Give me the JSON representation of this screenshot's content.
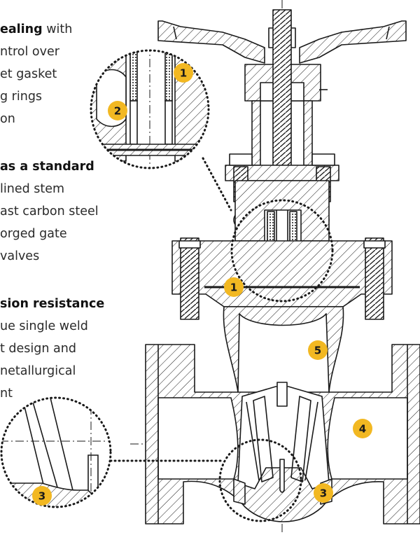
{
  "features": [
    {
      "heading": "ealing",
      "lines": [
        " with",
        "ntrol over",
        "et gasket",
        "g rings",
        "on"
      ]
    },
    {
      "heading": "as a standard",
      "lines": [
        "lined stem",
        "ast carbon steel",
        "orged gate",
        "valves"
      ]
    },
    {
      "heading": "sion resistance",
      "lines": [
        "ue single weld",
        "t design and",
        "netallurgical",
        "nt"
      ]
    }
  ],
  "callouts": [
    "1",
    "2",
    "1",
    "3",
    "5",
    "4",
    "3"
  ],
  "colors": {
    "badge": "#F2B822",
    "line": "#1a1a1a",
    "text": "#2a2a2a"
  }
}
